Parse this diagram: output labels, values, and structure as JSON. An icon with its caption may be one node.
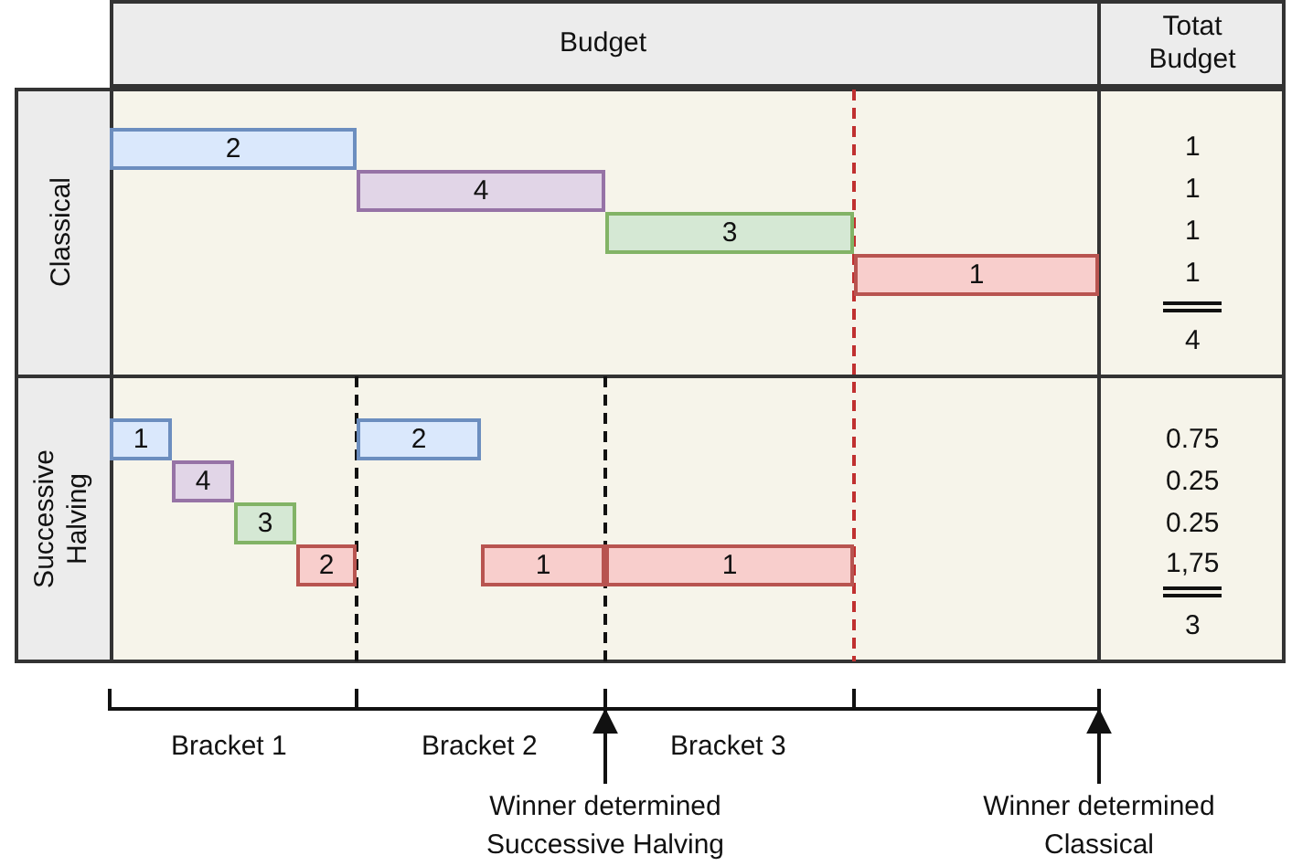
{
  "diagram": {
    "nodes": [
      {
        "text": [
          "2"
        ]
      },
      {
        "text": [
          "4"
        ]
      },
      {
        "text": [
          "3"
        ]
      },
      {
        "text": [
          "1"
        ]
      },
      {
        "text": [
          "1"
        ]
      },
      {
        "text": [
          "4"
        ]
      },
      {
        "text": [
          "3"
        ]
      },
      {
        "text": [
          "2"
        ]
      },
      {
        "text": [
          "2"
        ]
      },
      {
        "text": [
          "1"
        ]
      },
      {
        "text": [
          "1"
        ]
      },
      {
        "text": [
          "Winner determined Successive Halving"
        ]
      },
      {
        "text": [
          "Winner determined Classical"
        ]
      },
      {
        "text": [],
        "shape": "bracket"
      }
    ],
    "edges": [
      {
        "from": 11,
        "to": 13,
        "arrow": "to"
      },
      {
        "from": 12,
        "to": 13,
        "arrow": "to"
      }
    ],
    "labels": [
      "Budget",
      "Totat Budget",
      "Classical",
      "Successive Halving",
      "1",
      "1",
      "1",
      "1",
      "4",
      "0.75",
      "0.25",
      "0.25",
      "1,75",
      "3",
      "Bracket 1",
      "Bracket 2",
      "Bracket 3"
    ]
  }
}
